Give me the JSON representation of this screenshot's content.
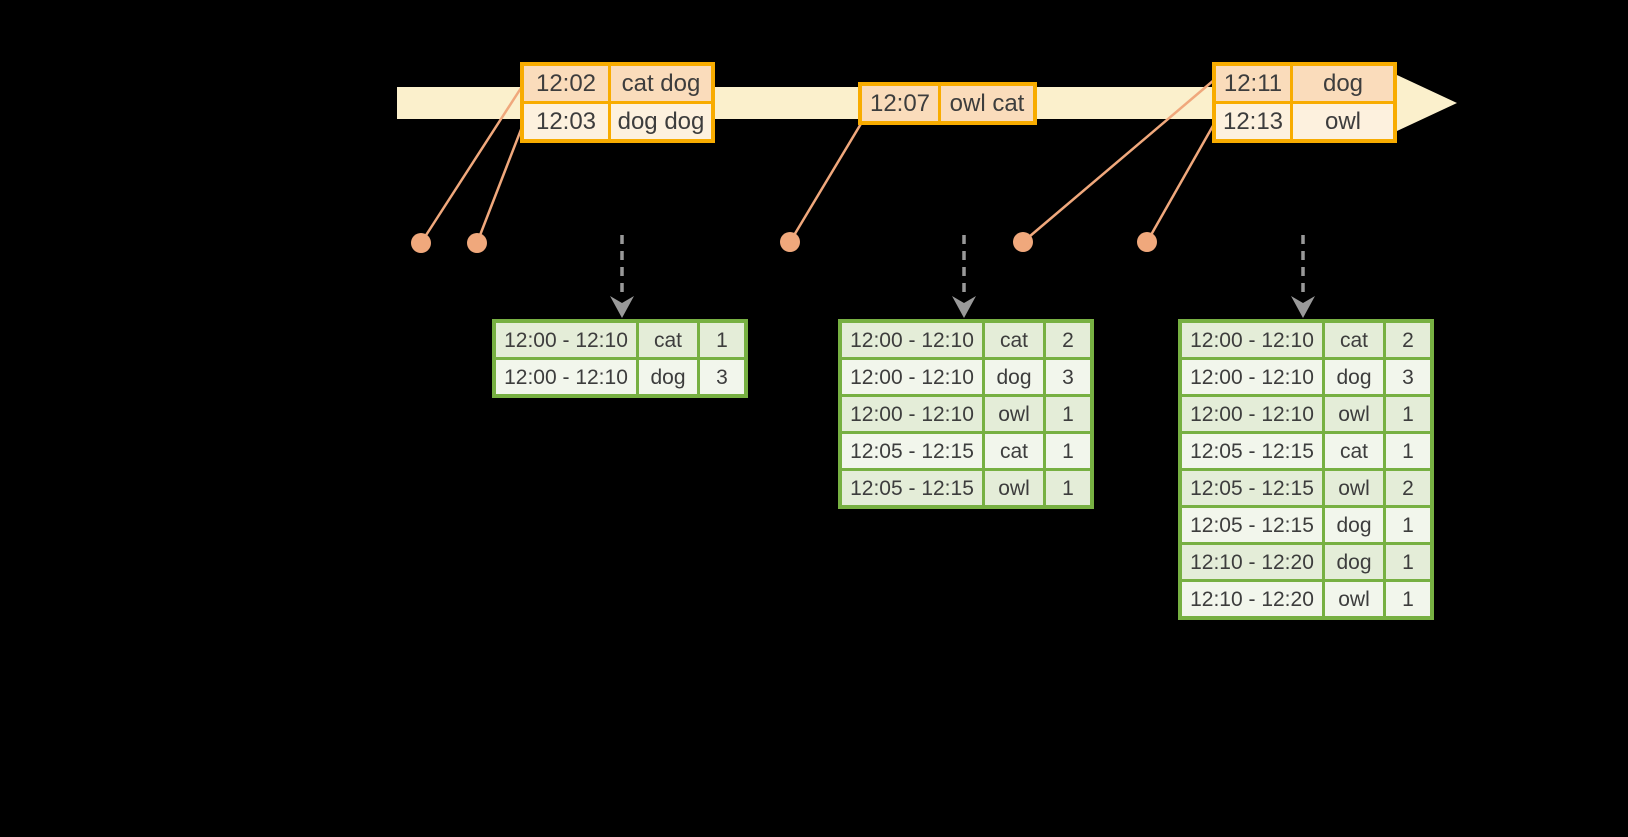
{
  "colors": {
    "background": "#000000",
    "timeline_band": "#FBF0CC",
    "event_table_border": "#F8AC00",
    "event_row_dark": "#FADCBB",
    "event_row_light": "#FDF1DE",
    "connector": "#F0A87C",
    "result_table_border": "#77B042",
    "result_row_dark": "#E4EDD8",
    "result_row_light": "#F2F6EC",
    "trigger_arrow": "#999999",
    "text": "#3D3D3D"
  },
  "icons": {
    "timeline_arrowhead": "right-arrowhead-icon",
    "trigger_arrow": "down-dashed-arrow-icon",
    "event_dot": "event-dot"
  },
  "event_tables": [
    {
      "rows": [
        [
          "12:02",
          "cat dog"
        ],
        [
          "12:03",
          "dog dog"
        ]
      ]
    },
    {
      "rows": [
        [
          "12:07",
          "owl cat"
        ]
      ]
    },
    {
      "rows": [
        [
          "12:11",
          "dog"
        ],
        [
          "12:13",
          "owl"
        ]
      ]
    }
  ],
  "result_tables": [
    {
      "rows": [
        [
          "12:00 - 12:10",
          "cat",
          "1"
        ],
        [
          "12:00 - 12:10",
          "dog",
          "3"
        ]
      ]
    },
    {
      "rows": [
        [
          "12:00 - 12:10",
          "cat",
          "2"
        ],
        [
          "12:00 - 12:10",
          "dog",
          "3"
        ],
        [
          "12:00 - 12:10",
          "owl",
          "1"
        ],
        [
          "12:05 - 12:15",
          "cat",
          "1"
        ],
        [
          "12:05 - 12:15",
          "owl",
          "1"
        ]
      ]
    },
    {
      "rows": [
        [
          "12:00 - 12:10",
          "cat",
          "2"
        ],
        [
          "12:00 - 12:10",
          "dog",
          "3"
        ],
        [
          "12:00 - 12:10",
          "owl",
          "1"
        ],
        [
          "12:05 - 12:15",
          "cat",
          "1"
        ],
        [
          "12:05 - 12:15",
          "owl",
          "2"
        ],
        [
          "12:05 - 12:15",
          "dog",
          "1"
        ],
        [
          "12:10 - 12:20",
          "dog",
          "1"
        ],
        [
          "12:10 - 12:20",
          "owl",
          "1"
        ]
      ]
    }
  ]
}
